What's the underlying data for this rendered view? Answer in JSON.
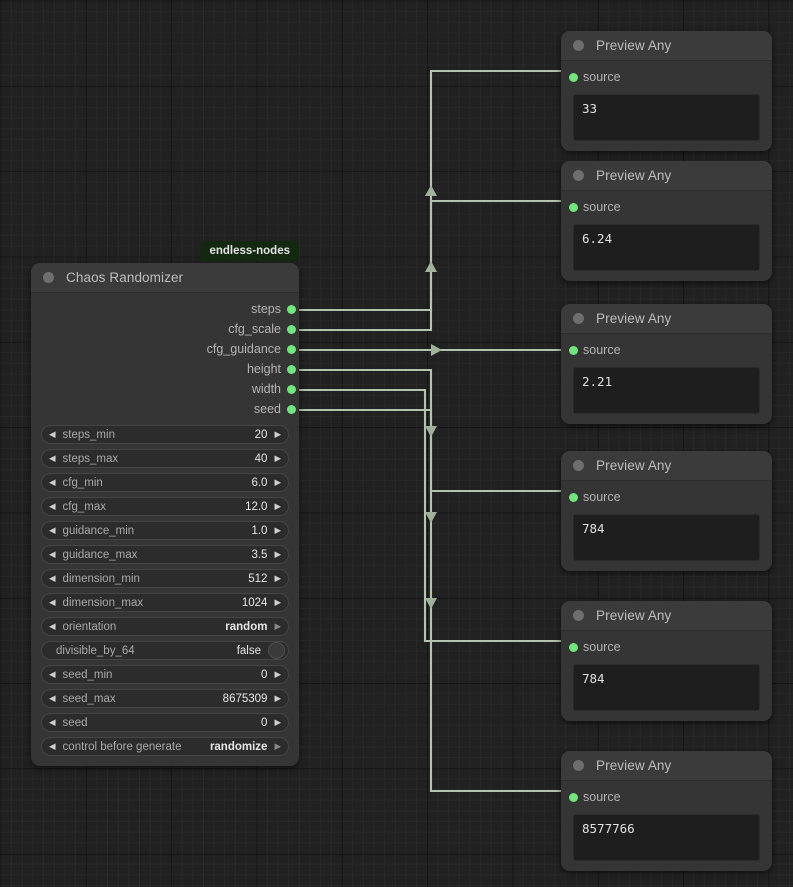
{
  "canvas": {
    "background": "#212121",
    "grid_color": "#2a2a2a",
    "wire_color": "#b3c4ae",
    "slot_color": "#6ee87a"
  },
  "chaos_node": {
    "pack_badge": "endless-nodes",
    "title": "Chaos Randomizer",
    "outputs": [
      {
        "name": "steps"
      },
      {
        "name": "cfg_scale"
      },
      {
        "name": "cfg_guidance"
      },
      {
        "name": "height"
      },
      {
        "name": "width"
      },
      {
        "name": "seed"
      }
    ],
    "widgets": [
      {
        "kind": "number",
        "name": "steps_min",
        "value": "20"
      },
      {
        "kind": "number",
        "name": "steps_max",
        "value": "40"
      },
      {
        "kind": "number",
        "name": "cfg_min",
        "value": "6.0"
      },
      {
        "kind": "number",
        "name": "cfg_max",
        "value": "12.0"
      },
      {
        "kind": "number",
        "name": "guidance_min",
        "value": "1.0"
      },
      {
        "kind": "number",
        "name": "guidance_max",
        "value": "3.5"
      },
      {
        "kind": "number",
        "name": "dimension_min",
        "value": "512"
      },
      {
        "kind": "number",
        "name": "dimension_max",
        "value": "1024"
      },
      {
        "kind": "combo",
        "name": "orientation",
        "value": "random"
      },
      {
        "kind": "toggle",
        "name": "divisible_by_64",
        "value": "false"
      },
      {
        "kind": "number",
        "name": "seed_min",
        "value": "0"
      },
      {
        "kind": "number",
        "name": "seed_max",
        "value": "8675309"
      },
      {
        "kind": "number",
        "name": "seed",
        "value": "0"
      },
      {
        "kind": "combo",
        "name": "control before generate",
        "value": "randomize"
      }
    ]
  },
  "preview_nodes": [
    {
      "title": "Preview Any",
      "input_label": "source",
      "value": "33"
    },
    {
      "title": "Preview Any",
      "input_label": "source",
      "value": "6.24"
    },
    {
      "title": "Preview Any",
      "input_label": "source",
      "value": "2.21"
    },
    {
      "title": "Preview Any",
      "input_label": "source",
      "value": "784"
    },
    {
      "title": "Preview Any",
      "input_label": "source",
      "value": "784"
    },
    {
      "title": "Preview Any",
      "input_label": "source",
      "value": "8577766"
    }
  ],
  "icons": {
    "left_arrow": "◀",
    "right_arrow": "▶"
  }
}
